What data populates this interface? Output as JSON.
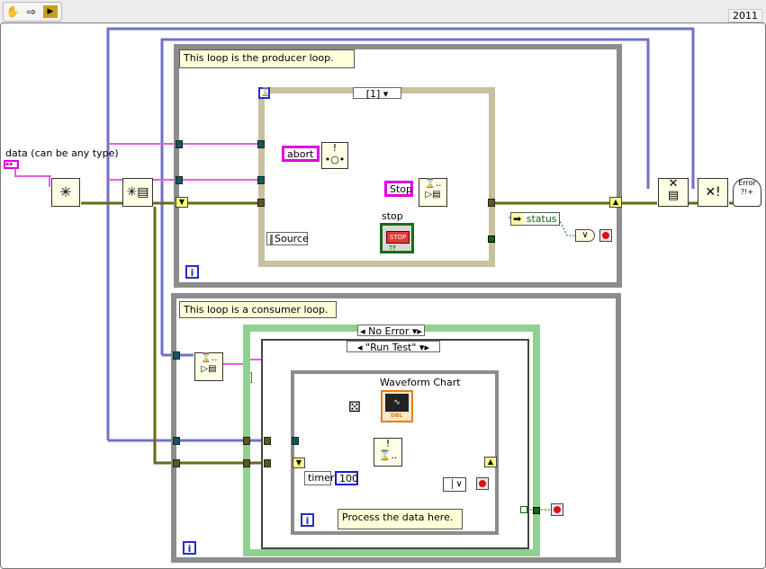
{
  "toolbar": {
    "run_continuous_icon": "hand-icon",
    "arrow_icon": "step-arrow-icon",
    "clean_icon": "clean-diagram-icon",
    "version": "2011"
  },
  "producer": {
    "comment": "This loop is the producer loop.",
    "event_selector": "[1]",
    "abort_label": "abort",
    "stop_label": "Stop",
    "source_label": "Source",
    "stop_button_label": "stop",
    "stop_button_text": "STOP",
    "status_label": "status",
    "iteration_symbol": "i"
  },
  "inputs": {
    "data_label": "data (can be any type)"
  },
  "consumer": {
    "comment": "This loop is a consumer loop.",
    "case_selector_outer": "No Error",
    "case_selector_inner": "\"Run Test\"",
    "chart_label": "Waveform Chart",
    "chart_type": "DBL",
    "timer_label": "timer",
    "timer_value": "100",
    "process_comment": "Process the data here.",
    "iteration_symbol": "i",
    "inner_iteration_symbol": "i"
  },
  "colors": {
    "wire_pink": "#e060e0",
    "wire_purple": "#7070c8",
    "wire_error": "#6a6a14",
    "loop_gray": "#8c8c8c",
    "case_green": "#90d090"
  }
}
